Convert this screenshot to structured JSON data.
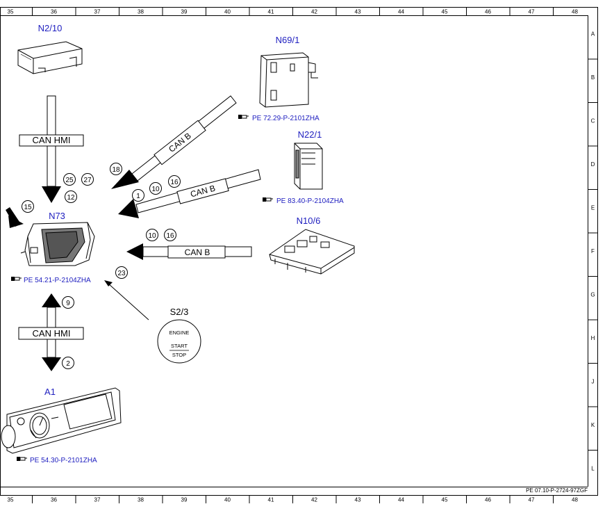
{
  "grid": {
    "columns": [
      "35",
      "36",
      "37",
      "38",
      "39",
      "40",
      "41",
      "42",
      "43",
      "44",
      "45",
      "46",
      "47",
      "48"
    ],
    "rows": [
      "A",
      "B",
      "C",
      "D",
      "E",
      "F",
      "G",
      "H",
      "J",
      "K",
      "L"
    ]
  },
  "components": {
    "n2_10": "N2/10",
    "n69_1": "N69/1",
    "n22_1": "N22/1",
    "n10_6": "N10/6",
    "n73": "N73",
    "s2_3": "S2/3",
    "a1": "A1"
  },
  "references": {
    "n69_1": "PE 72.29-P-2101ZHA",
    "n22_1": "PE 83.40-P-2104ZHA",
    "n73": "PE 54.21-P-2104ZHA",
    "a1": "PE 54.30-P-2101ZHA"
  },
  "bus_labels": {
    "can_hmi_top": "CAN HMI",
    "can_b_1": "CAN B",
    "can_b_2": "CAN B",
    "can_b_3": "CAN B",
    "can_hmi_bottom": "CAN HMI"
  },
  "markers": {
    "m25": "25",
    "m27": "27",
    "m12": "12",
    "m15": "15",
    "m18": "18",
    "m1": "1",
    "m10a": "10",
    "m16a": "16",
    "m10b": "10",
    "m16b": "16",
    "m23": "23",
    "m9": "9",
    "m2": "2"
  },
  "switch": {
    "line1": "ENGINE",
    "line2": "START",
    "line3": "STOP"
  },
  "footer": "PE 07.10-P-2724-97ZGF",
  "ref_icon": "pointing-hand-icon"
}
